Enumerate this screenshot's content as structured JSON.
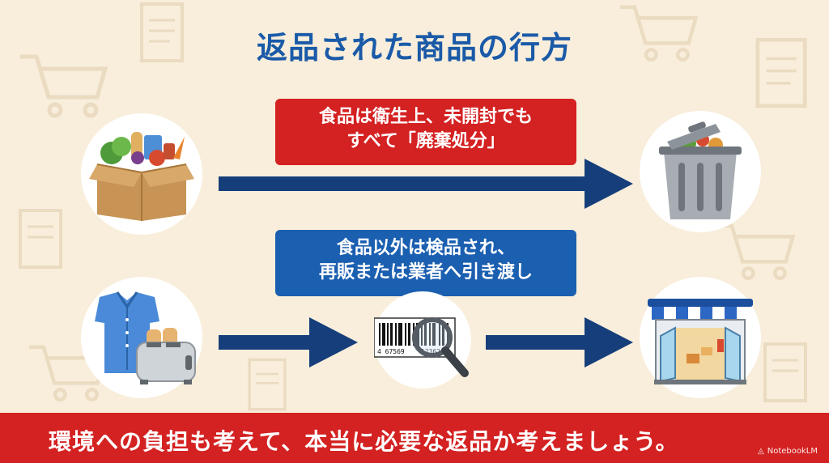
{
  "title": "返品された商品の行方",
  "label_top_line1": "食品は衛生上、未開封でも",
  "label_top_line2": "すべて「廃棄処分」",
  "label_bottom_line1": "食品以外は検品され、",
  "label_bottom_line2": "再販または業者へ引き渡し",
  "barcode_number_left": "4 67569",
  "barcode_number_right": "123620",
  "footer_text": "環境への負担も考えて、本当に必要な返品か考えましょう。",
  "brand": "NotebookLM",
  "colors": {
    "title_blue": "#1a5aa8",
    "red": "#d42121",
    "navy_arrow": "#163e7a",
    "background": "#f8eedb"
  }
}
